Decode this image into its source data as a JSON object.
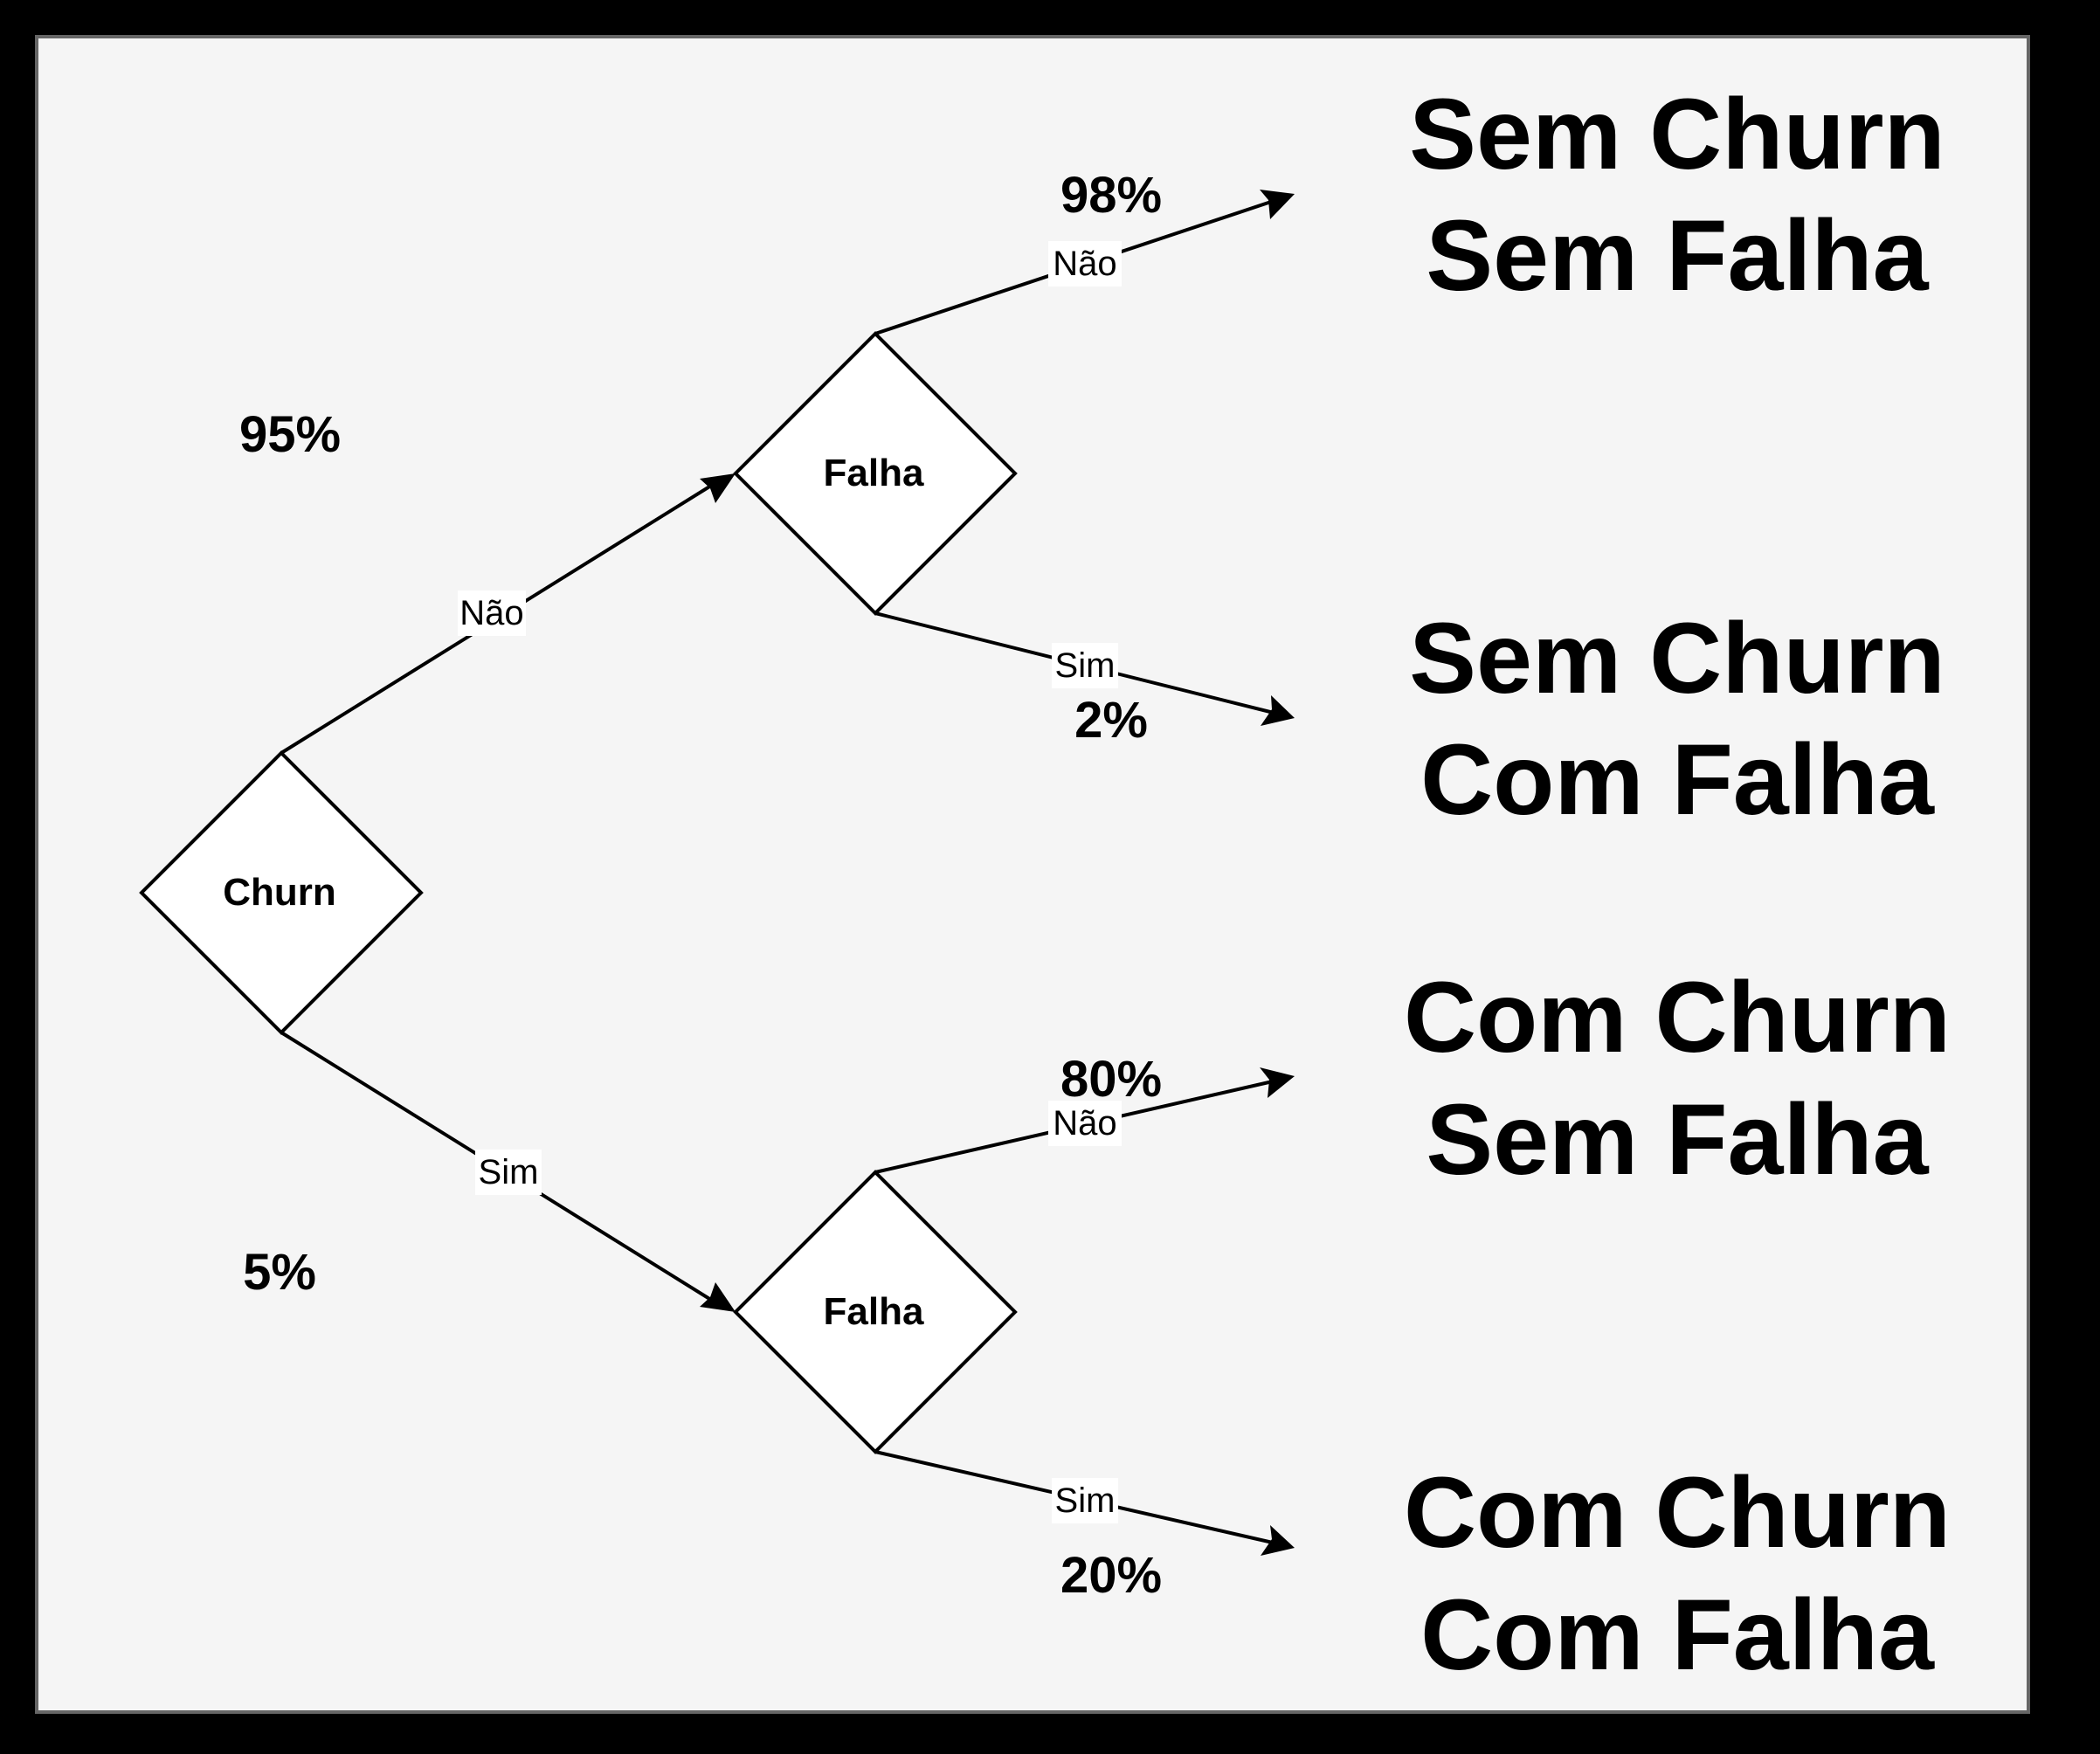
{
  "diagram": {
    "type": "decision-tree",
    "colors": {
      "background": "#f5f5f5",
      "frame": "#666666",
      "outer": "#000000",
      "node_fill": "#ffffff",
      "stroke": "#000000"
    },
    "nodes": [
      {
        "id": "churn",
        "label": "Churn"
      },
      {
        "id": "falha_top",
        "label": "Falha"
      },
      {
        "id": "falha_bottom",
        "label": "Falha"
      }
    ],
    "root_edges": [
      {
        "label": "Não",
        "probability": "95%"
      },
      {
        "label": "Sim",
        "probability": "5%"
      }
    ],
    "leaf_edges": [
      {
        "label": "Não",
        "probability": "98%"
      },
      {
        "label": "Sim",
        "probability": "2%"
      },
      {
        "label": "Não",
        "probability": "80%"
      },
      {
        "label": "Sim",
        "probability": "20%"
      }
    ],
    "outcomes": [
      {
        "line1": "Sem Churn",
        "line2": "Sem Falha"
      },
      {
        "line1": "Sem Churn",
        "line2": "Com Falha"
      },
      {
        "line1": "Com Churn",
        "line2": "Sem Falha"
      },
      {
        "line1": "Com Churn",
        "line2": "Com Falha"
      }
    ]
  }
}
